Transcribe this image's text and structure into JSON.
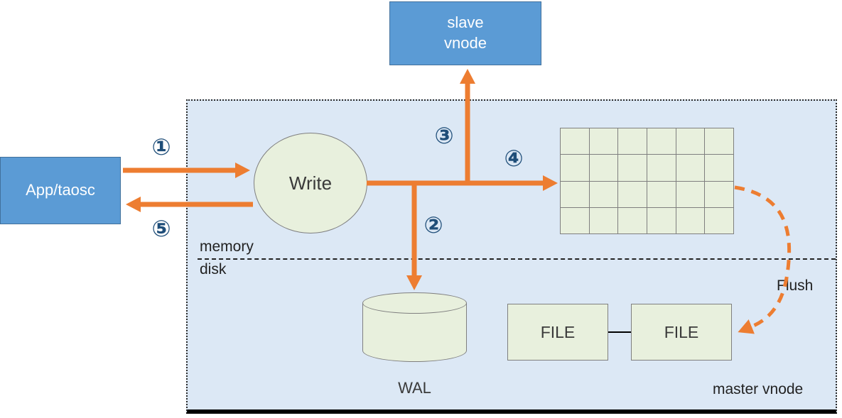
{
  "nodes": {
    "slave_vnode": {
      "line1": "slave",
      "line2": "vnode"
    },
    "app_taosc": {
      "label": "App/taosc"
    },
    "write": {
      "label": "Write"
    },
    "wal": {
      "label": "WAL"
    },
    "file_left": {
      "label": "FILE"
    },
    "file_right": {
      "label": "FILE"
    }
  },
  "labels": {
    "memory": "memory",
    "disk": "disk",
    "flush": "Flush",
    "master_vnode": "master vnode"
  },
  "steps": {
    "step1": "①",
    "step2": "②",
    "step3": "③",
    "step4": "④",
    "step5": "⑤"
  },
  "grid": {
    "rows": 4,
    "cols": 6
  },
  "colors": {
    "node_blue": "#5b9bd5",
    "node_blue_border": "#41719c",
    "container_fill": "#dce8f5",
    "green_fill": "#e8f0dd",
    "green_border": "#7f7f7f",
    "arrow_orange": "#ed7d31",
    "step_number_blue": "#1f4e79",
    "divider_black": "#222222"
  }
}
